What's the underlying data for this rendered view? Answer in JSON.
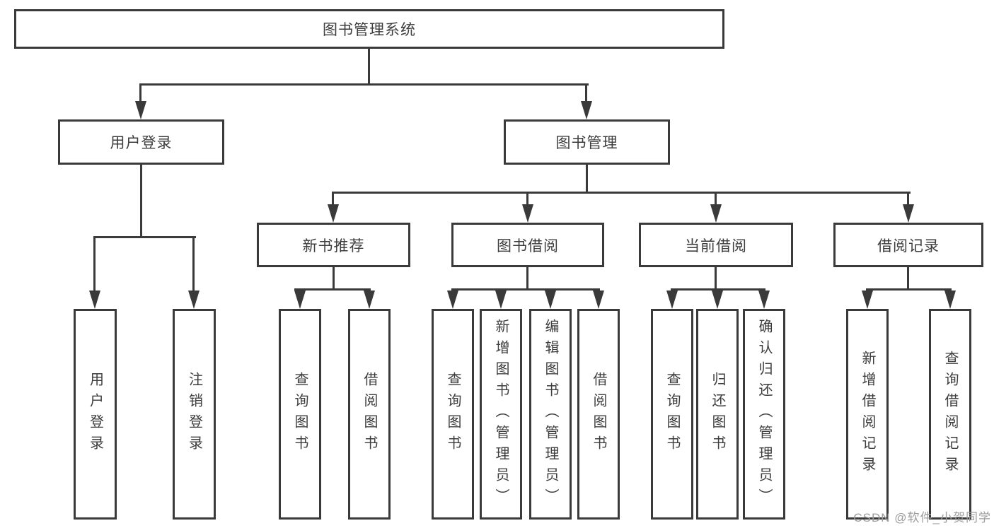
{
  "colors": {
    "line": "#3a3a3a",
    "text": "#3d3d3d",
    "watermark": "#9d9d9d",
    "background": "#ffffff"
  },
  "watermark": "CSDN @软件_小贺同学",
  "tree": {
    "label": "图书管理系统",
    "children": [
      {
        "label": "用户登录",
        "children": [
          {
            "label": "用户登录"
          },
          {
            "label": "注销登录"
          }
        ]
      },
      {
        "label": "图书管理",
        "children": [
          {
            "label": "新书推荐",
            "children": [
              {
                "label": "查询图书"
              },
              {
                "label": "借阅图书"
              }
            ]
          },
          {
            "label": "图书借阅",
            "children": [
              {
                "label": "查询图书"
              },
              {
                "label": "新增图书（管理员）"
              },
              {
                "label": "编辑图书（管理员）"
              },
              {
                "label": "借阅图书"
              }
            ]
          },
          {
            "label": "当前借阅",
            "children": [
              {
                "label": "查询图书"
              },
              {
                "label": "归还图书"
              },
              {
                "label": "确认归还（管理员）"
              }
            ]
          },
          {
            "label": "借阅记录",
            "children": [
              {
                "label": "新增借阅记录"
              },
              {
                "label": "查询借阅记录"
              }
            ]
          }
        ]
      }
    ]
  }
}
